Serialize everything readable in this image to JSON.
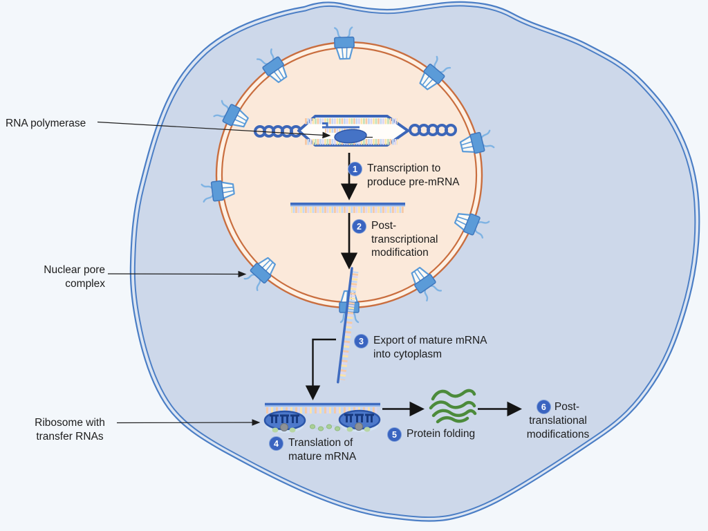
{
  "labels": {
    "rna_polymerase": "RNA polymerase",
    "nuclear_pore": {
      "line1": "Nuclear pore",
      "line2": "complex"
    },
    "ribosome": {
      "line1": "Ribosome with",
      "line2": "transfer RNAs"
    }
  },
  "steps": [
    {
      "num": "1",
      "lines": [
        "Transcription to",
        "produce pre-mRNA"
      ]
    },
    {
      "num": "2",
      "lines": [
        "Post-",
        "transcriptional",
        "modification"
      ]
    },
    {
      "num": "3",
      "lines": [
        "Export of mature mRNA",
        "into cytoplasm"
      ]
    },
    {
      "num": "4",
      "lines": [
        "Translation of",
        "mature mRNA"
      ]
    },
    {
      "num": "5",
      "lines": [
        "Protein folding"
      ]
    },
    {
      "num": "6",
      "lines": [
        "Post-",
        "translational",
        "modifications"
      ]
    }
  ],
  "colors": {
    "background": "#f3f7fb",
    "cell_fill": "#cdd8ea",
    "cell_membrane_blue": "#4b7ec5",
    "nucleus_fill": "#fbe9da",
    "nucleus_membrane_orange": "#c96e3f",
    "nuclear_pore_blue": "#5b9bd8",
    "dna_blue": "#3f6bbf",
    "rna_polymerase_blue": "#4573c6",
    "step_badge_blue": "#3a64c0",
    "protein_green": "#4c8b3b",
    "arrow_black": "#141414"
  }
}
